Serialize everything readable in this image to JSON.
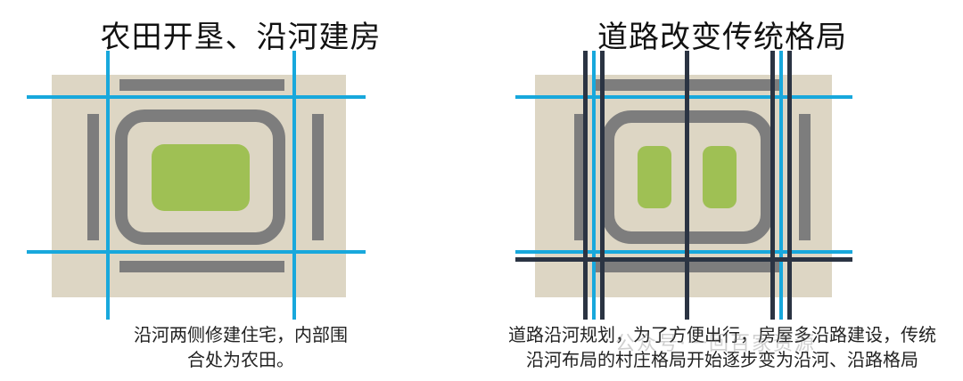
{
  "colors": {
    "land": "#ddd6c4",
    "house": "#7d7d7d",
    "field": "#9fc054",
    "river": "#18a8dc",
    "road": "#2b3443"
  },
  "left": {
    "title": "农田开垦、沿河建房",
    "caption_line1": "沿河两侧修建住宅，内部围",
    "caption_line2": "合处为农田。"
  },
  "right": {
    "title": "道路改变传统格局",
    "caption_line1": "道路沿河规划，为了方便出行，房屋多沿路建设，传统",
    "caption_line2": "沿河布局的村庄格局开始逐步变为沿河、沿路格局"
  },
  "watermark": "公众号·一回百家资源"
}
